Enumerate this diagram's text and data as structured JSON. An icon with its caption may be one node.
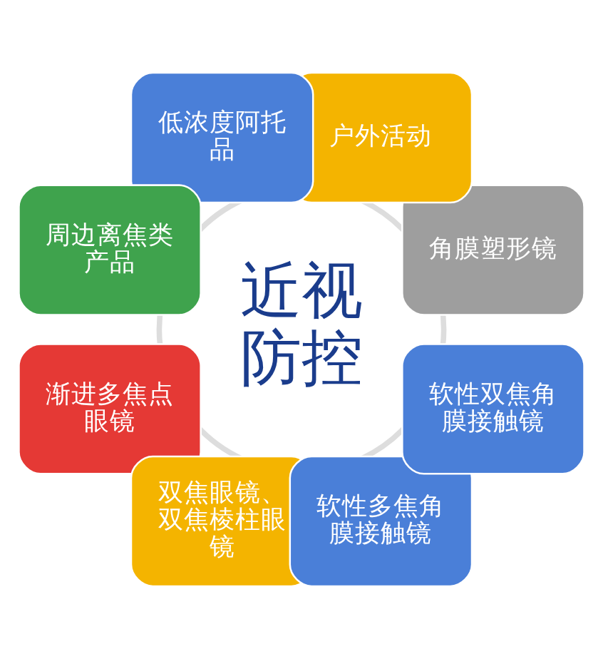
{
  "diagram": {
    "nodes": [
      {
        "text": [
          "近视防控"
        ]
      },
      {
        "text": [
          "角膜塑形镜"
        ]
      },
      {
        "text": [
          "户外活动"
        ]
      },
      {
        "text": [
          "低浓度阿托品"
        ]
      },
      {
        "text": [
          "周边离焦类产品"
        ]
      },
      {
        "text": [
          "渐进多焦点眼镜"
        ]
      },
      {
        "text": [
          "双焦眼镜、双焦棱柱眼镜"
        ]
      },
      {
        "text": [
          "软性多焦角膜接触镜"
        ]
      },
      {
        "text": [
          "软性双焦角膜接触镜"
        ]
      }
    ]
  }
}
